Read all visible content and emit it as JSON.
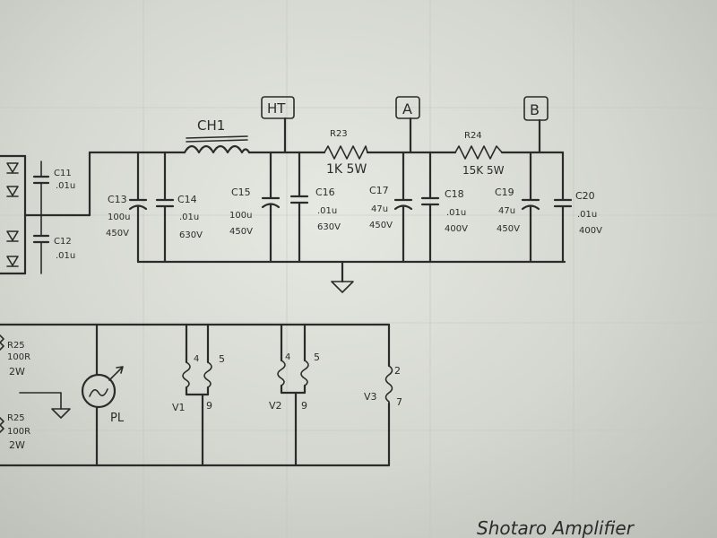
{
  "title": "Shotaro Amplifier",
  "nodes": {
    "ht": "HT",
    "a": "A",
    "b": "B"
  },
  "choke": {
    "label": "CH1"
  },
  "resistors": {
    "r23": {
      "name": "R23",
      "value": "1K 5W"
    },
    "r24": {
      "name": "R24",
      "value": "15K 5W"
    },
    "r25a": {
      "name": "R25",
      "v1": "100R",
      "v2": "2W"
    },
    "r25b": {
      "name": "R25",
      "v1": "100R",
      "v2": "2W"
    }
  },
  "caps": {
    "c11": {
      "name": "C11",
      "v1": ".01u"
    },
    "c12": {
      "name": "C12",
      "v1": ".01u"
    },
    "c13": {
      "name": "C13",
      "v1": "100u",
      "v2": "450V"
    },
    "c14": {
      "name": "C14",
      "v1": ".01u",
      "v2": "630V"
    },
    "c15": {
      "name": "C15",
      "v1": "100u",
      "v2": "450V"
    },
    "c16": {
      "name": "C16",
      "v1": ".01u",
      "v2": "630V"
    },
    "c17": {
      "name": "C17",
      "v1": "47u",
      "v2": "450V"
    },
    "c18": {
      "name": "C18",
      "v1": ".01u",
      "v2": "400V"
    },
    "c19": {
      "name": "C19",
      "v1": "47u",
      "v2": "450V"
    },
    "c20": {
      "name": "C20",
      "v1": ".01u",
      "v2": "400V"
    }
  },
  "heaters": {
    "pl": "PL",
    "v1": {
      "name": "V1",
      "p1": "4",
      "p2": "5",
      "p3": "9"
    },
    "v2": {
      "name": "V2",
      "p1": "4",
      "p2": "5",
      "p3": "9"
    },
    "v3": {
      "name": "V3",
      "p1": "2",
      "p2": "7"
    }
  }
}
